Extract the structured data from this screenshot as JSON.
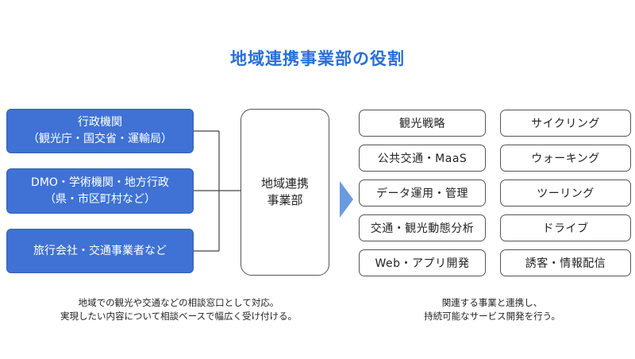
{
  "title": "地域連携事業部の役割",
  "stakeholders": [
    {
      "line1": "行政機関",
      "line2": "（観光庁・国交省・運輸局）"
    },
    {
      "line1": "DMO・学術機関・地方行政",
      "line2": "（県・市区町村など）"
    },
    {
      "line1": "旅行会社・交通事業者など",
      "line2": ""
    }
  ],
  "center": {
    "line1": "地域連携",
    "line2": "事業部"
  },
  "services_left": [
    "観光戦略",
    "公共交通・MaaS",
    "データ運用・管理",
    "交通・観光動態分析",
    "Web・アプリ開発"
  ],
  "services_right": [
    "サイクリング",
    "ウォーキング",
    "ツーリング",
    "ドライブ",
    "誘客・情報配信"
  ],
  "note_left": {
    "line1": "地域での観光や交通などの相談窓口として対応。",
    "line2": "実現したい内容について相談ベースで幅広く受け付ける。"
  },
  "note_right": {
    "line1": "関連する事業と連携し、",
    "line2": "持続可能なサービス開発を行う。"
  },
  "colors": {
    "accent": "#2a6fd6",
    "box_fill": "#3f72d4",
    "chevron": "#6a9ae0"
  }
}
